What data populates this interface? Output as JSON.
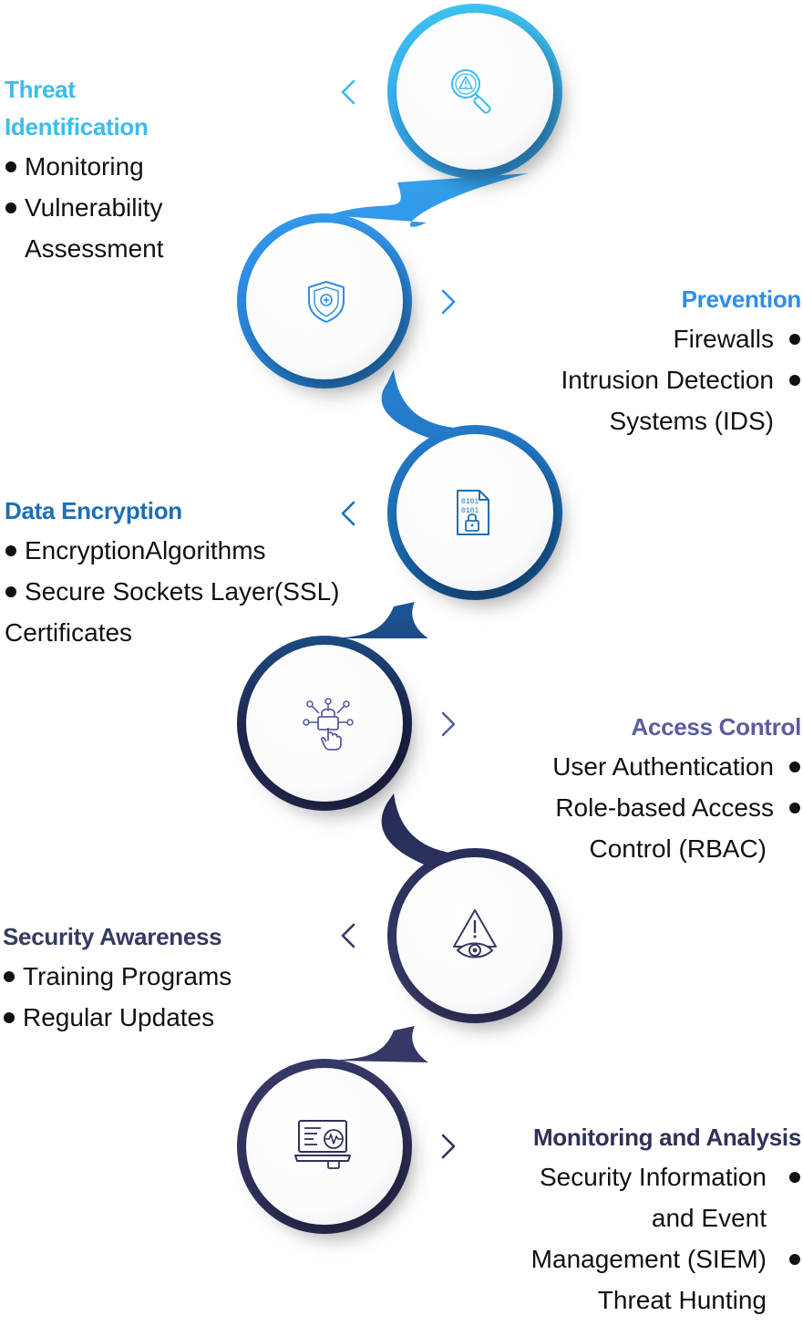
{
  "stages": [
    {
      "title": "Threat Identification",
      "title_lines": [
        "Threat",
        "Identification"
      ],
      "items": [
        "Monitoring",
        "Vulnerability"
      ],
      "continuation": "Assessment",
      "icon": "magnifier-warning-icon",
      "color": "#3bbced"
    },
    {
      "title": "Prevention",
      "items": [
        "Firewalls",
        "Intrusion Detection"
      ],
      "continuation": "Systems (IDS)",
      "icon": "shield-icon",
      "color": "#2f8de8"
    },
    {
      "title": "Data Encryption",
      "items": [
        "EncryptionAlgorithms",
        "Secure Sockets Layer(SSL)"
      ],
      "continuation": "Certificates",
      "icon": "encrypted-file-icon",
      "color": "#1d6eb4"
    },
    {
      "title": "Access Control",
      "items": [
        "User Authentication",
        "Role-based Access"
      ],
      "continuation": "Control (RBAC)",
      "icon": "network-lock-touch-icon",
      "color": "#5a5d9e"
    },
    {
      "title": "Security Awareness",
      "items": [
        "Training Programs",
        "Regular Updates"
      ],
      "icon": "warning-eye-icon",
      "color": "#363a63"
    },
    {
      "title": "Monitoring and Analysis",
      "items": [
        "Security Information",
        "and Event",
        "Management (SIEM)",
        "Threat Hunting"
      ],
      "icon": "laptop-monitoring-icon",
      "color": "#2f3158"
    }
  ]
}
